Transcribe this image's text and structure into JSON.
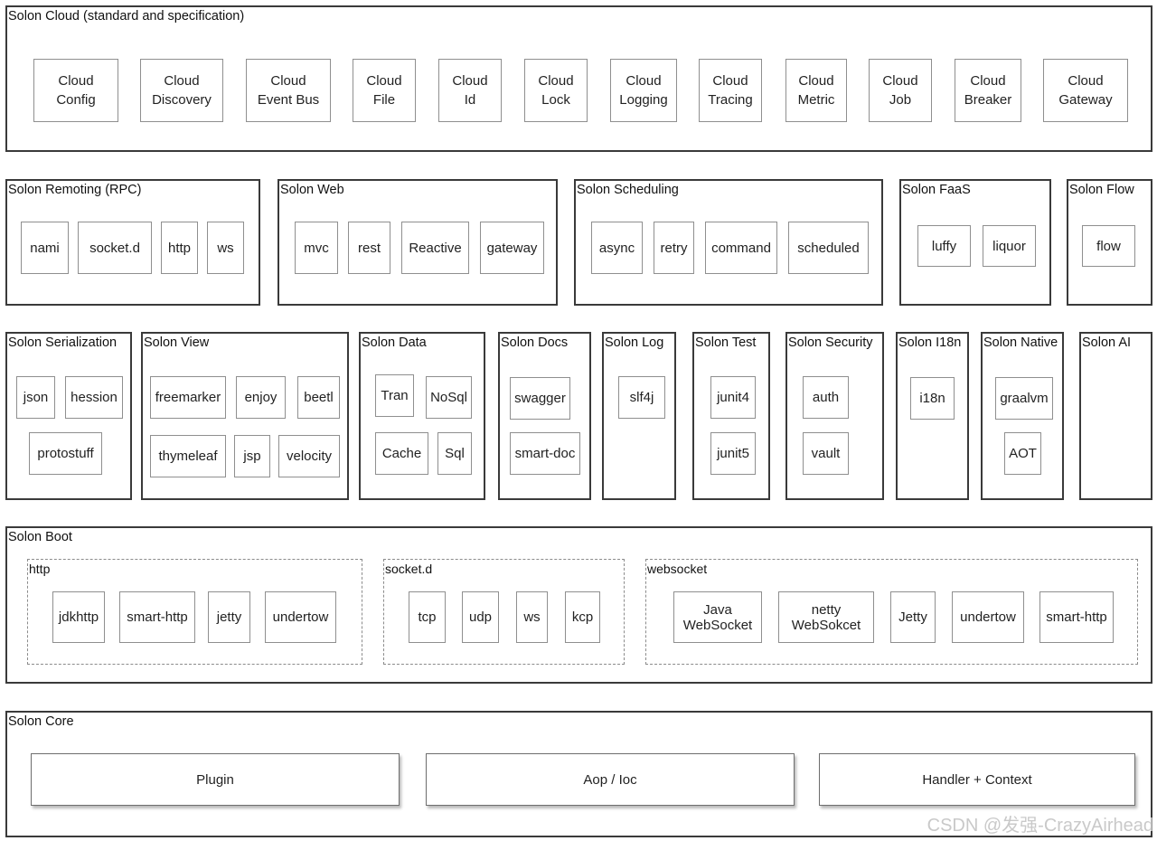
{
  "cloud": {
    "title": "Solon Cloud (standard and specification)",
    "items": [
      "Cloud\nConfig",
      "Cloud\nDiscovery",
      "Cloud\nEvent Bus",
      "Cloud\nFile",
      "Cloud\nId",
      "Cloud\nLock",
      "Cloud\nLogging",
      "Cloud\nTracing",
      "Cloud\nMetric",
      "Cloud\nJob",
      "Cloud\nBreaker",
      "Cloud\nGateway"
    ]
  },
  "remoting": {
    "title": "Solon Remoting (RPC)",
    "items": [
      "nami",
      "socket.d",
      "http",
      "ws"
    ]
  },
  "web": {
    "title": "Solon Web",
    "items": [
      "mvc",
      "rest",
      "Reactive",
      "gateway"
    ]
  },
  "scheduling": {
    "title": "Solon Scheduling",
    "items": [
      "async",
      "retry",
      "command",
      "scheduled"
    ]
  },
  "faas": {
    "title": "Solon FaaS",
    "items": [
      "luffy",
      "liquor"
    ]
  },
  "flow": {
    "title": "Solon Flow",
    "items": [
      "flow"
    ]
  },
  "serialization": {
    "title": "Solon Serialization",
    "items": [
      "json",
      "hession",
      "protostuff"
    ]
  },
  "view": {
    "title": "Solon View",
    "items": [
      "freemarker",
      "enjoy",
      "beetl",
      "thymeleaf",
      "jsp",
      "velocity"
    ]
  },
  "data": {
    "title": "Solon Data",
    "items": [
      "Tran",
      "NoSql",
      "Cache",
      "Sql"
    ]
  },
  "docs": {
    "title": "Solon Docs",
    "items": [
      "swagger",
      "smart-doc"
    ]
  },
  "log": {
    "title": "Solon Log",
    "items": [
      "slf4j"
    ]
  },
  "test": {
    "title": "Solon Test",
    "items": [
      "junit4",
      "junit5"
    ]
  },
  "security": {
    "title": "Solon Security",
    "items": [
      "auth",
      "vault"
    ]
  },
  "i18n": {
    "title": "Solon I18n",
    "items": [
      "i18n"
    ]
  },
  "native": {
    "title": "Solon Native",
    "items": [
      "graalvm",
      "AOT"
    ]
  },
  "ai": {
    "title": "Solon AI"
  },
  "boot": {
    "title": "Solon Boot",
    "http": {
      "title": "http",
      "items": [
        "jdkhttp",
        "smart-http",
        "jetty",
        "undertow"
      ]
    },
    "socketd": {
      "title": "socket.d",
      "items": [
        "tcp",
        "udp",
        "ws",
        "kcp"
      ]
    },
    "websocket": {
      "title": "websocket",
      "items": [
        "Java\nWebSocket",
        "netty\nWebSokcet",
        "Jetty",
        "undertow",
        "smart-http"
      ]
    }
  },
  "core": {
    "title": "Solon Core",
    "items": [
      "Plugin",
      "Aop / Ioc",
      "Handler + Context"
    ]
  },
  "watermark": "CSDN @发强-CrazyAirhead"
}
